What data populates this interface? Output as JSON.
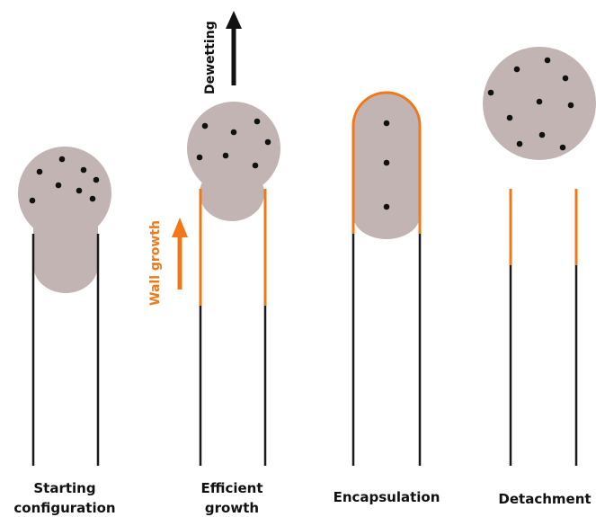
{
  "colors": {
    "droplet": "#c3b4b4",
    "wall": "#f07818",
    "rod": "#1a1a1a",
    "arrow_up": "#111111",
    "arrow_growth": "#f07818",
    "particle": "#111111"
  },
  "labels": {
    "dewetting": "Dewetting",
    "wall_growth": "Wall growth"
  },
  "stages": [
    {
      "id": "starting",
      "label_lines": [
        "Starting",
        "configuration"
      ]
    },
    {
      "id": "efficient",
      "label_lines": [
        "Efficient",
        "growth"
      ]
    },
    {
      "id": "encapsulation",
      "label_lines": [
        "Encapsulation"
      ]
    },
    {
      "id": "detachment",
      "label_lines": [
        "Detachment"
      ]
    }
  ]
}
